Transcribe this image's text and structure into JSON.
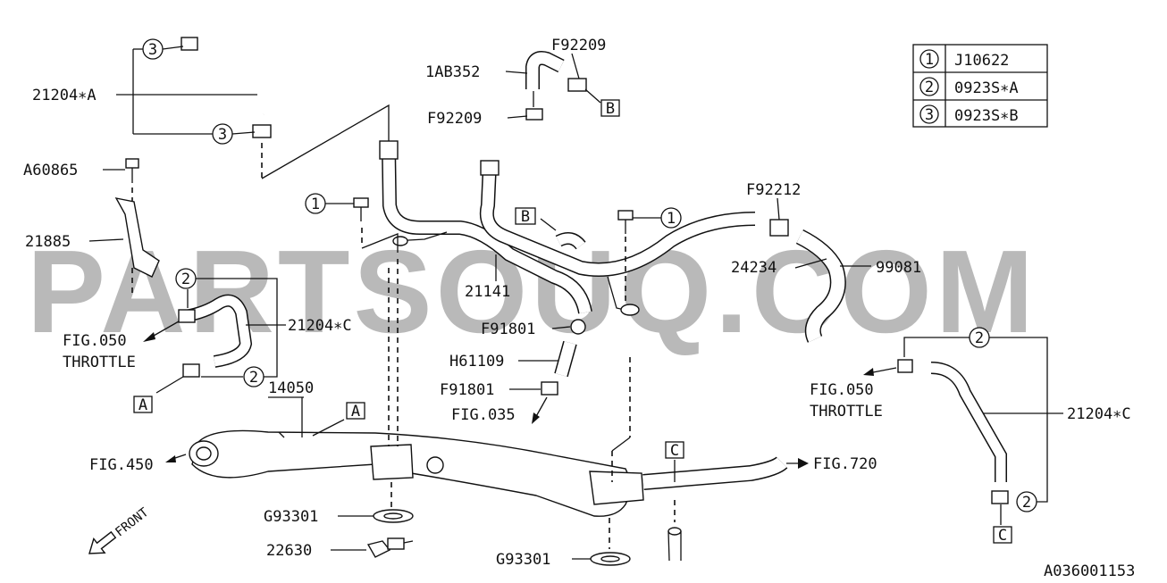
{
  "watermark": "PARTSOUQ.COM",
  "diagram_id": "A036001153",
  "legend": [
    {
      "num": "1",
      "code": "J10622"
    },
    {
      "num": "2",
      "code": "0923S∗A"
    },
    {
      "num": "3",
      "code": "0923S∗B"
    }
  ],
  "part_labels": {
    "p21204a": "21204∗A",
    "pa60865": "A60865",
    "p21885": "21885",
    "p21204c_left": "21204∗C",
    "p1ab352": "1AB352",
    "pf92209_top": "F92209",
    "pf92209_bot": "F92209",
    "p21141": "21141",
    "pf92212": "F92212",
    "p24234": "24234",
    "p99081": "99081",
    "pf91801_a": "F91801",
    "ph61109": "H61109",
    "pf91801_b": "F91801",
    "p14050": "14050",
    "pg93301_left": "G93301",
    "p22630": "22630",
    "pg93301_right": "G93301",
    "p21204c_right": "21204∗C"
  },
  "fig_refs": {
    "fig050_left": "FIG.050",
    "throttle_left": "THROTTLE",
    "fig035": "FIG.035",
    "fig450": "FIG.450",
    "fig720": "FIG.720",
    "fig050_right": "FIG.050",
    "throttle_right": "THROTTLE"
  },
  "callouts": {
    "c3_top": "3",
    "c3_mid": "3",
    "c1_left": "1",
    "c1_right": "1",
    "c2_left_top": "2",
    "c2_left_bot": "2",
    "c2_right_top": "2",
    "c2_right_bot": "2"
  },
  "ref_boxes": {
    "B_top": "B",
    "B_mid": "B",
    "A_left": "A",
    "A_mid": "A",
    "C_mid": "C",
    "C_right": "C"
  },
  "front_label": "FRONT"
}
